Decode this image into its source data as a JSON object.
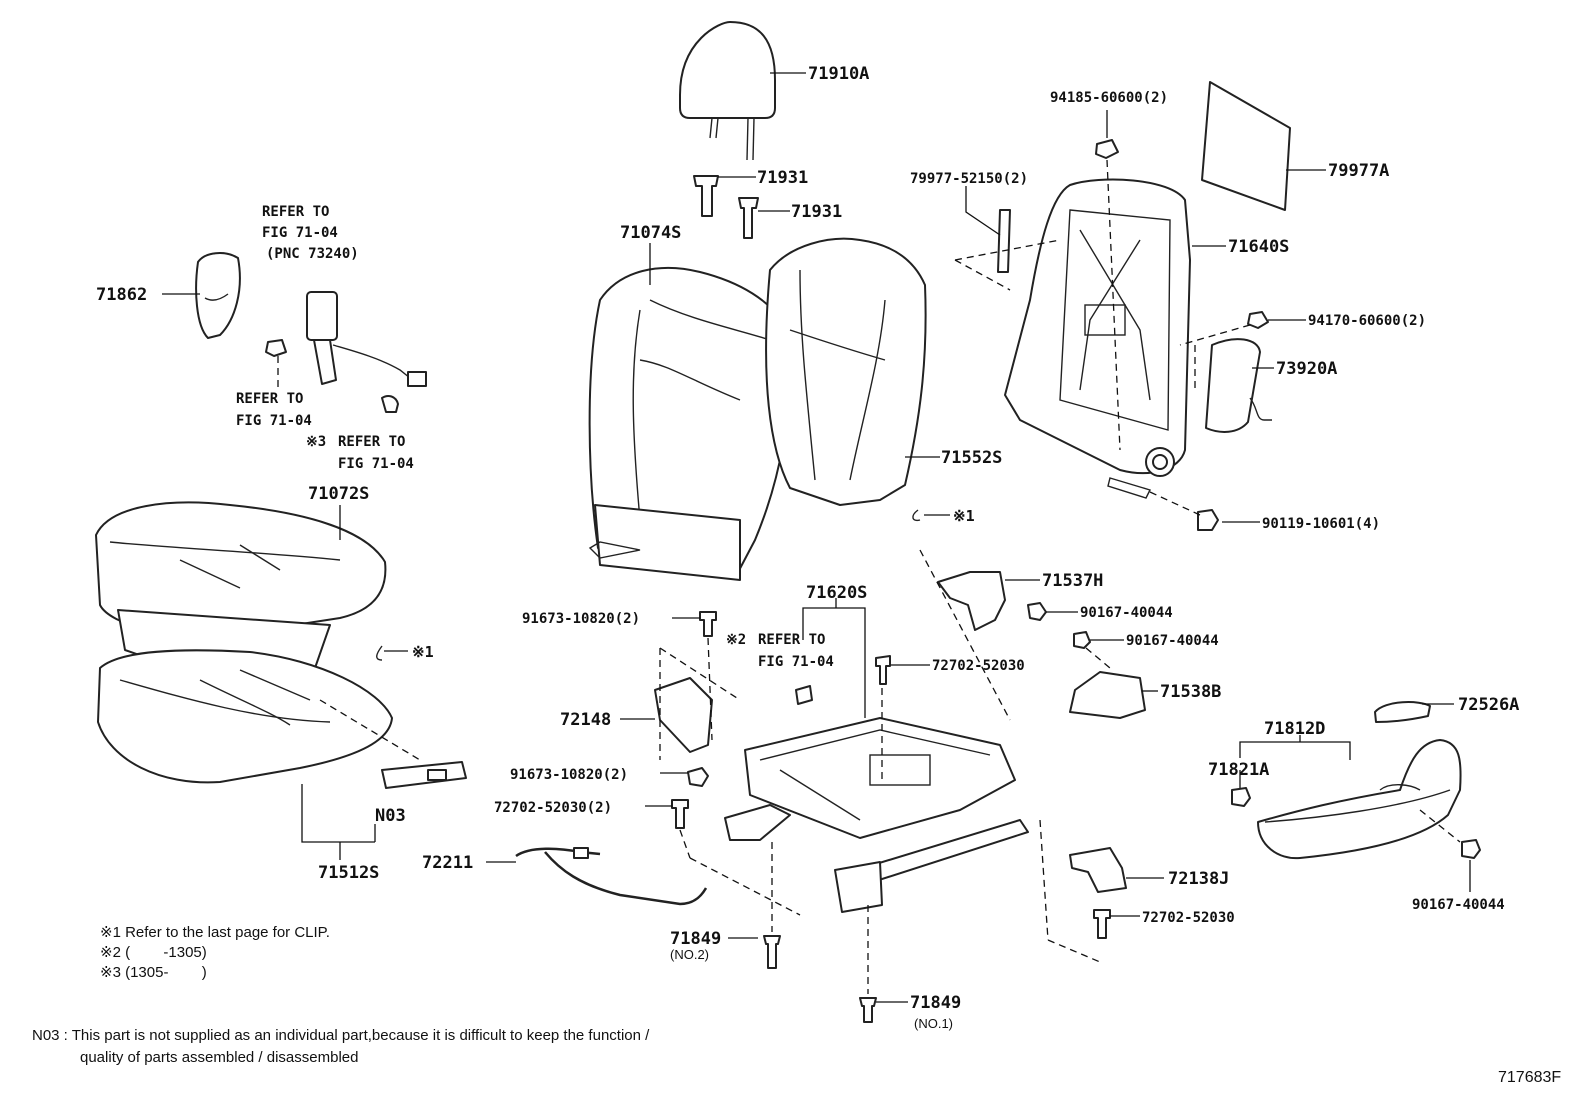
{
  "labels": {
    "headrest": "71910A",
    "guide_1": "71931",
    "guide_2": "71931",
    "back_cover": "71074S",
    "back_pad": "71552S",
    "shield": "71862",
    "refer_belt_1": "REFER TO",
    "refer_belt_2": "FIG 71-04",
    "refer_belt_3": "(PNC 73240)",
    "refer_nut_1": "REFER TO",
    "refer_nut_2": "FIG 71-04",
    "refer_clip_mark": "※3",
    "refer_clip_1": "REFER TO",
    "refer_clip_2": "FIG 71-04",
    "nut_top": "94185-60600(2)",
    "strip": "79977-52150(2)",
    "panel": "79977A",
    "back_frame": "71640S",
    "nut_side": "94170-60600(2)",
    "side_pad": "73920A",
    "bolt_frame": "90119-10601(4)",
    "clip_back_mark": "※1",
    "cushion_cover": "71072S",
    "clip_cushion_mark": "※1",
    "pad_label": "N03",
    "cushion_pad": "71512S",
    "adjuster": "71620S",
    "refer_adj_mark": "※2",
    "refer_adj_1": "REFER TO",
    "refer_adj_2": "FIG 71-04",
    "bolt_bracket_top": "91673-10820(2)",
    "bracket": "72148",
    "bolt_bracket_low": "91673-10820(2)",
    "bolt_rear": "72702-52030(2)",
    "bar": "72211",
    "bolt_adj": "72702-52030",
    "hinge_cover": "71537H",
    "screw_1": "90167-40044",
    "screw_2": "90167-40044",
    "hinge_cover_2": "71538B",
    "knob": "72526A",
    "shield_outer": "71812D",
    "clip_shield": "71821A",
    "screw_3": "90167-40044",
    "cover_small": "72138J",
    "bolt_cover": "72702-52030",
    "pin_no2": "71849",
    "pin_no2_sub": "(NO.2)",
    "pin_no1": "71849",
    "pin_no1_sub": "(NO.1)"
  },
  "footnotes": {
    "note1": "※1 Refer to the last page for CLIP.",
    "note2": "※2 (        -1305)",
    "note3": "※3 (1305-        )",
    "n03_line1": "N03 : This part is not supplied as an individual part,because it is difficult to keep the function /",
    "n03_line2": "quality of parts assembled / disassembled"
  },
  "figure_id": "717683F"
}
